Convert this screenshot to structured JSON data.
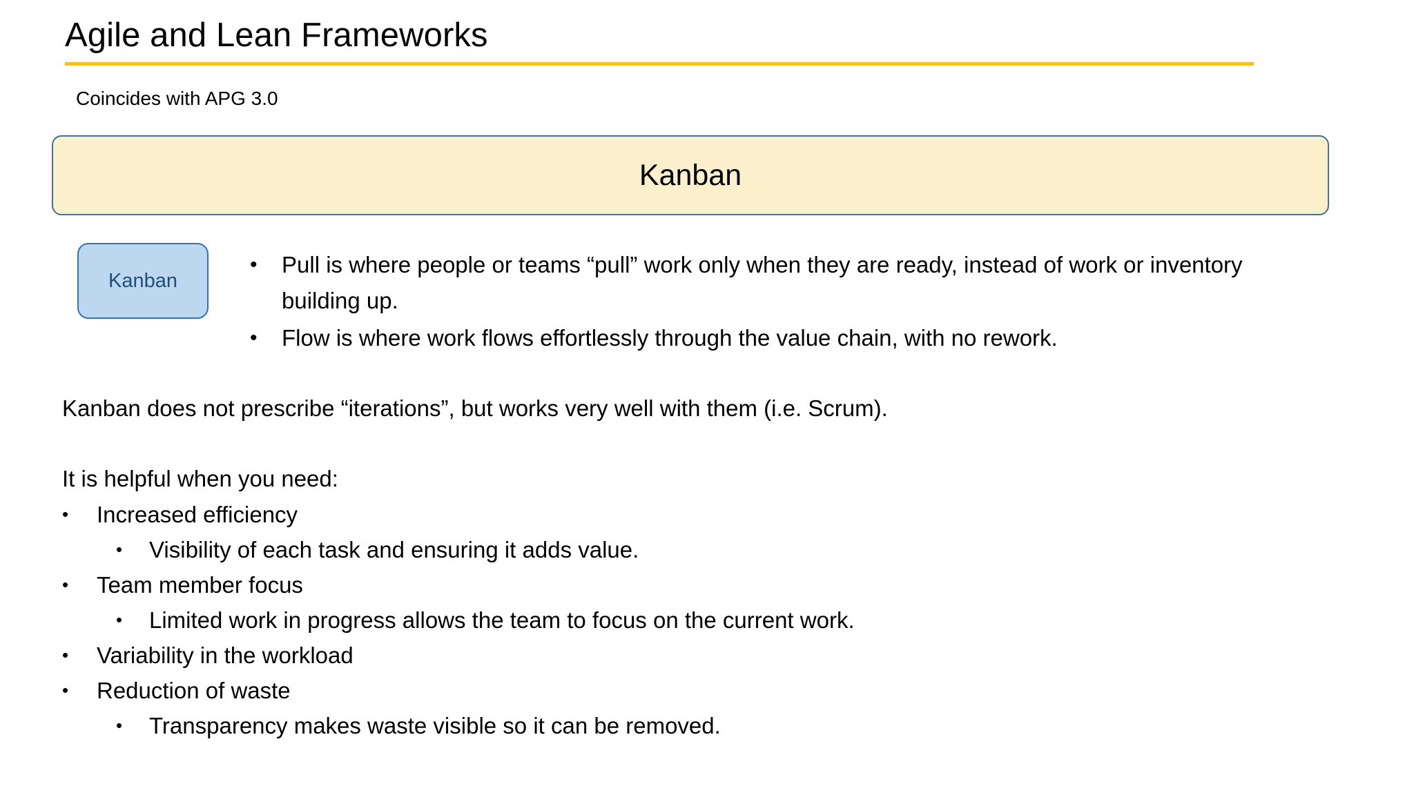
{
  "slide": {
    "title": "Agile and Lean Frameworks",
    "subtitle": "Coincides with APG 3.0",
    "accent_rule_color": "#FAC018"
  },
  "banner": {
    "label": "Kanban",
    "fill_color": "#FCEFCC",
    "border_color": "#41719C"
  },
  "chip": {
    "label": "Kanban",
    "fill_color": "#BDD7EE",
    "border_color": "#2E75B6",
    "text_color": "#1F4E79"
  },
  "top_bullets": {
    "bullet_glyph": "•",
    "items": [
      "Pull is where people or teams “pull” work only when they are ready, instead of work or inventory building up.",
      "Flow is where work flows effortlessly through the value chain, with no rework."
    ]
  },
  "body": {
    "iterations_note": "Kanban does not prescribe “iterations”, but works very well with them (i.e. Scrum).",
    "helpful_intro": "It is helpful when you need:"
  },
  "outline": {
    "bullet_glyph": "•",
    "rows": [
      {
        "level": 1,
        "text": "Increased efficiency"
      },
      {
        "level": 2,
        "text": "Visibility of each task and ensuring it adds value."
      },
      {
        "level": 1,
        "text": "Team member focus"
      },
      {
        "level": 2,
        "text": "Limited work in progress allows the team to focus on the current work."
      },
      {
        "level": 1,
        "text": "Variability in the workload"
      },
      {
        "level": 1,
        "text": "Reduction of waste"
      },
      {
        "level": 2,
        "text": "Transparency makes waste visible so it can be removed."
      }
    ]
  }
}
